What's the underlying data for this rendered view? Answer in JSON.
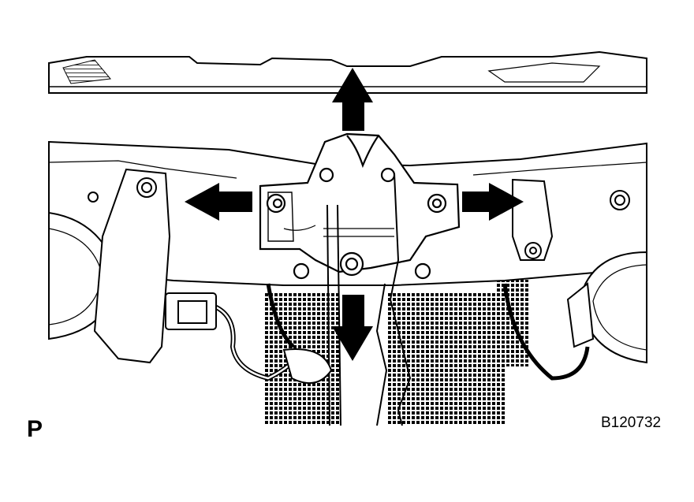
{
  "figure": {
    "panel_letter": "P",
    "figure_code": "B120732",
    "colors": {
      "ink": "#000000",
      "paper": "#ffffff",
      "arrow_fill": "#000000"
    },
    "arrows": [
      "up",
      "down",
      "left",
      "right"
    ]
  }
}
